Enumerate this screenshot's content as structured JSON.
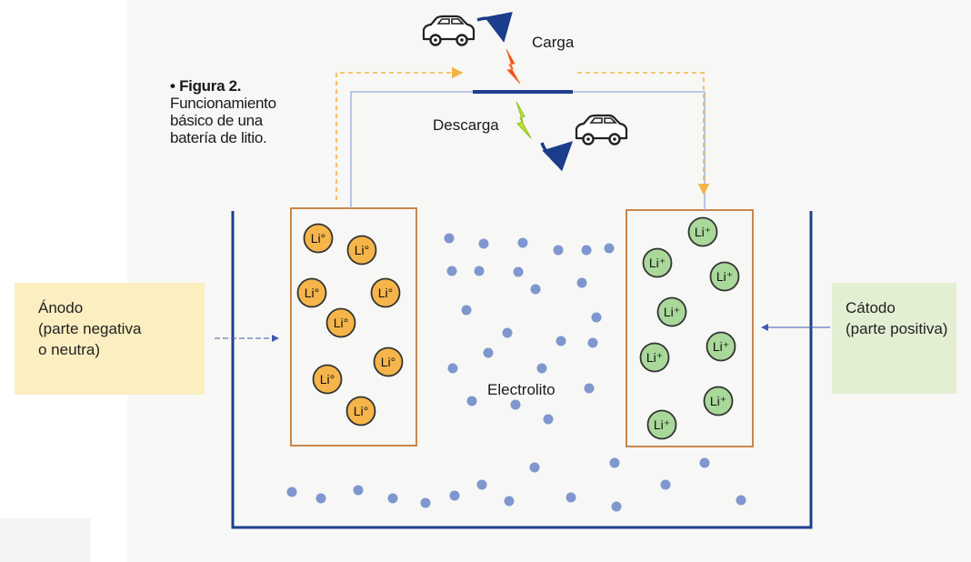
{
  "figure": {
    "title": "• Figura 2.",
    "caption_lines": [
      "Funcionamiento",
      "básico de una",
      "batería de litio."
    ]
  },
  "labels": {
    "carga": "Carga",
    "descarga": "Descarga",
    "electrolito": "Electrolito"
  },
  "anodo_box": {
    "lines": [
      "Ánodo",
      "(parte negativa",
      "o neutra)"
    ]
  },
  "catodo_box": {
    "lines": [
      "Cátodo",
      "(parte positiva)"
    ]
  },
  "ions": {
    "neutral": "Li°",
    "positive": "Li⁺"
  },
  "colors": {
    "tank": "#1f3f8f",
    "electrode": "#c9864a",
    "neutral_ion": "#f5b54a",
    "positive_ion": "#a8d89a",
    "electrolyte_dot": "#7f96cf",
    "charge_arrow": "#f2b545",
    "wire": "#aab8e0",
    "anodo_box": "#fbeec0",
    "catodo_box": "#e3efd3"
  }
}
